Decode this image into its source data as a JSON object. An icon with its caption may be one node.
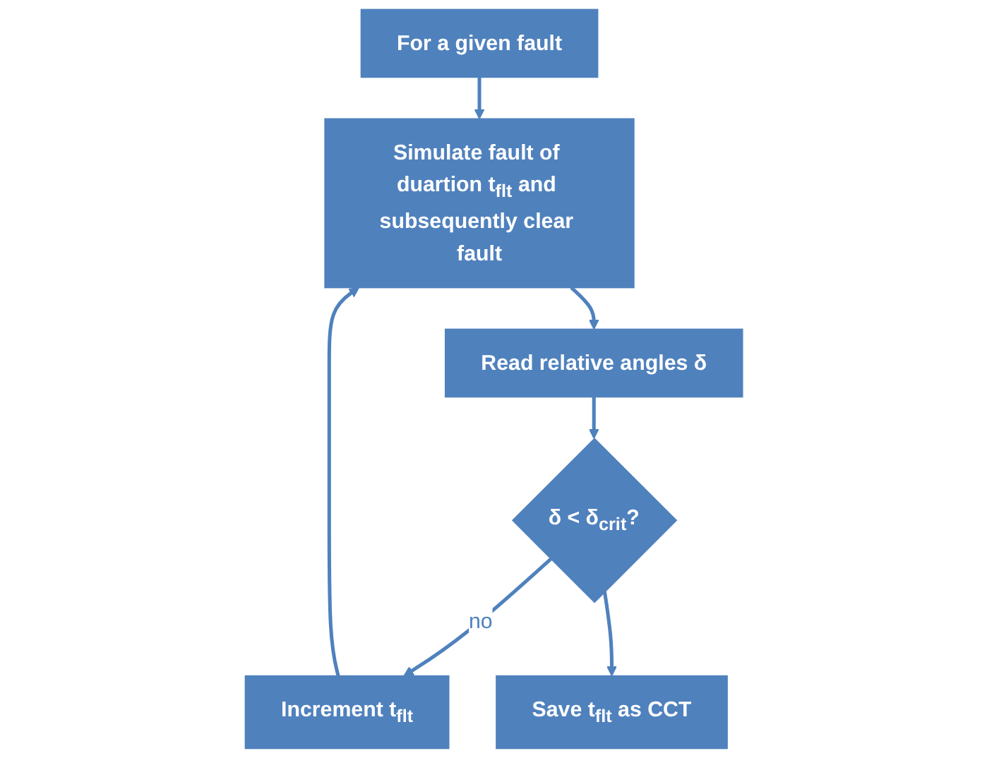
{
  "diagram": {
    "nodes": [
      {
        "text": [
          "For a given fault"
        ]
      },
      {
        "text": [
          "Simulate fault of duartion t$_{flt}$ and subsequently clear fault"
        ]
      },
      {
        "text": [
          "Read relative angles δ"
        ]
      },
      {
        "text": [
          "δ < δ$_{crit}$?"
        ]
      },
      {
        "text": [
          "Increment t$_{flt}$"
        ]
      },
      {
        "text": [
          "Save t$_{flt}$ as CCT"
        ]
      }
    ],
    "edges": [
      {
        "from": 0,
        "to": 1,
        "arrow": "to"
      },
      {
        "from": 1,
        "to": 2,
        "arrow": "to"
      },
      {
        "from": 2,
        "to": 3,
        "arrow": "to"
      },
      {
        "from": 3,
        "to": 4,
        "arrow": "to",
        "label": "no"
      },
      {
        "from": 4,
        "to": 1,
        "arrow": "to"
      },
      {
        "from": 3,
        "to": 5,
        "arrow": "to"
      }
    ]
  }
}
